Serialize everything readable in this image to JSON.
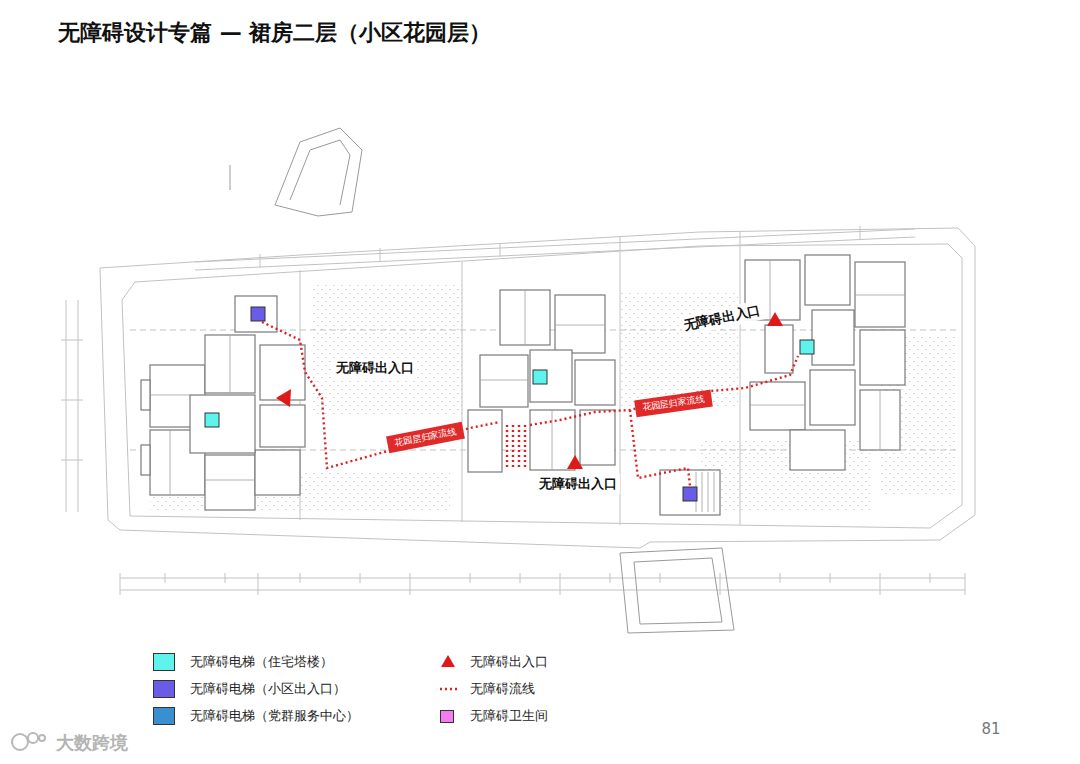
{
  "diagram": {
    "title": "无障碍设计专篇 — 裙房二层（小区花园层）",
    "nodes": [
      {
        "text": [
          "花园层归家流线"
        ]
      },
      {
        "text": [
          "花园层归家流线"
        ]
      }
    ],
    "labels": [
      "无障碍出入口",
      "无障碍出入口",
      "无障碍出入口",
      "81",
      "大数跨境"
    ],
    "legend": [
      {
        "text": "无障碍电梯（住宅塔楼）",
        "color": "#5ff3ee"
      },
      {
        "text": "无障碍出入口"
      },
      {
        "text": "无障碍电梯（小区出入口）",
        "color": "#6b5ce7"
      },
      {
        "text": "无障碍流线"
      },
      {
        "text": "无障碍电梯（党群服务中心）",
        "color": "#3a8fd0"
      },
      {
        "text": "无障碍卫生间",
        "color": "#f27cf0"
      }
    ]
  }
}
